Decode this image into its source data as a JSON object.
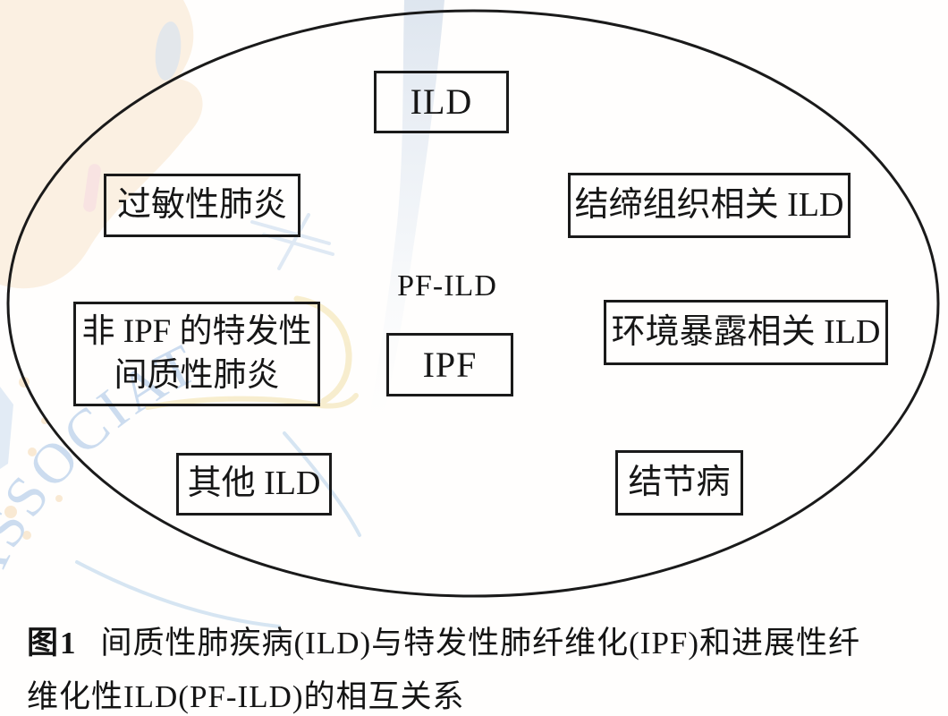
{
  "figure": {
    "type": "venn-ellipse-diagram",
    "labels": {
      "ild": "ILD",
      "hypersensitivity_pneumonitis": "过敏性肺炎",
      "ctd_ild": "结缔组织相关 ILD",
      "pf_ild": "PF-ILD",
      "ipf": "IPF",
      "non_ipf_line1": "非 IPF 的特发性",
      "non_ipf_line2": "间质性肺炎",
      "env_ild": "环境暴露相关 ILD",
      "other_ild": "其他 ILD",
      "sarcoidosis": "结节病"
    },
    "caption": {
      "tag": "图1",
      "line1": "间质性肺疾病(ILD)与特发性肺纤维化(IPF)和进展性纤",
      "line2": "维化性ILD(PF-ILD)的相互关系"
    }
  },
  "watermark": {
    "arc_text": "ASSOCIAT",
    "colors": {
      "map_beige": "#fbf0e2",
      "light_blue": "#cfe0f0",
      "arc_letter_blue": "#c7d9ee",
      "pale_yellow": "#f7ecc9",
      "pale_pink": "#f6dde2"
    }
  },
  "ink_color": "#1a1a1a"
}
